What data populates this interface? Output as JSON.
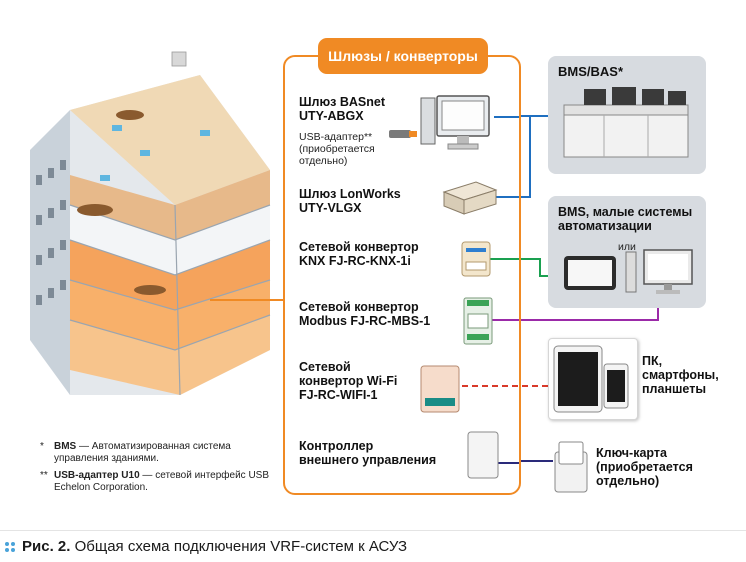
{
  "header": {
    "gateways_title": "Шлюзы / конверторы"
  },
  "devices": [
    {
      "title": "Шлюз BASnet\nUTY-ABGX"
    },
    {
      "title": "Шлюз LonWorks\nUTY-VLGX"
    },
    {
      "title": "Сетевой конвертор\nKNX FJ-RC-KNX-1i"
    },
    {
      "title": "Сетевой конвертор\nModbus FJ-RC-MBS-1"
    },
    {
      "title": "Сетевой\nконвертор Wi-Fi\nFJ-RC-WIFI-1"
    },
    {
      "title": "Контроллер\nвнешнего управления"
    }
  ],
  "usb_note": "USB-адаптер**\n(приобретается\nотдельно)",
  "right": {
    "bms_bas": "BMS/BAS*",
    "bms_small": "BMS, малые системы\nавтоматизации",
    "or": "или",
    "pc": "ПК,\nсмартфоны,\nпланшеты",
    "keycard": "Ключ-карта\n(приобретается\nотдельно)"
  },
  "footnotes": {
    "f1_mark": "*",
    "f1_term": "BMS",
    "f1_text": " — Автоматизированная система управления зданиями.",
    "f2_mark": "**",
    "f2_term": "USB-адаптер U10",
    "f2_text": " — сетевой интерфейс USB Echelon Corporation."
  },
  "caption": {
    "label": "Рис. 2.",
    "text": " Общая схема подключения VRF-систем к АСУЗ"
  },
  "colors": {
    "orange": "#f08a24",
    "blue_line": "#1f6fc0",
    "green_line": "#1aa050",
    "purple_line": "#9b2aa8",
    "red_dashed": "#d93a2a",
    "navy_line": "#2a2a7a",
    "caption_dots": "#4aa3d9"
  }
}
